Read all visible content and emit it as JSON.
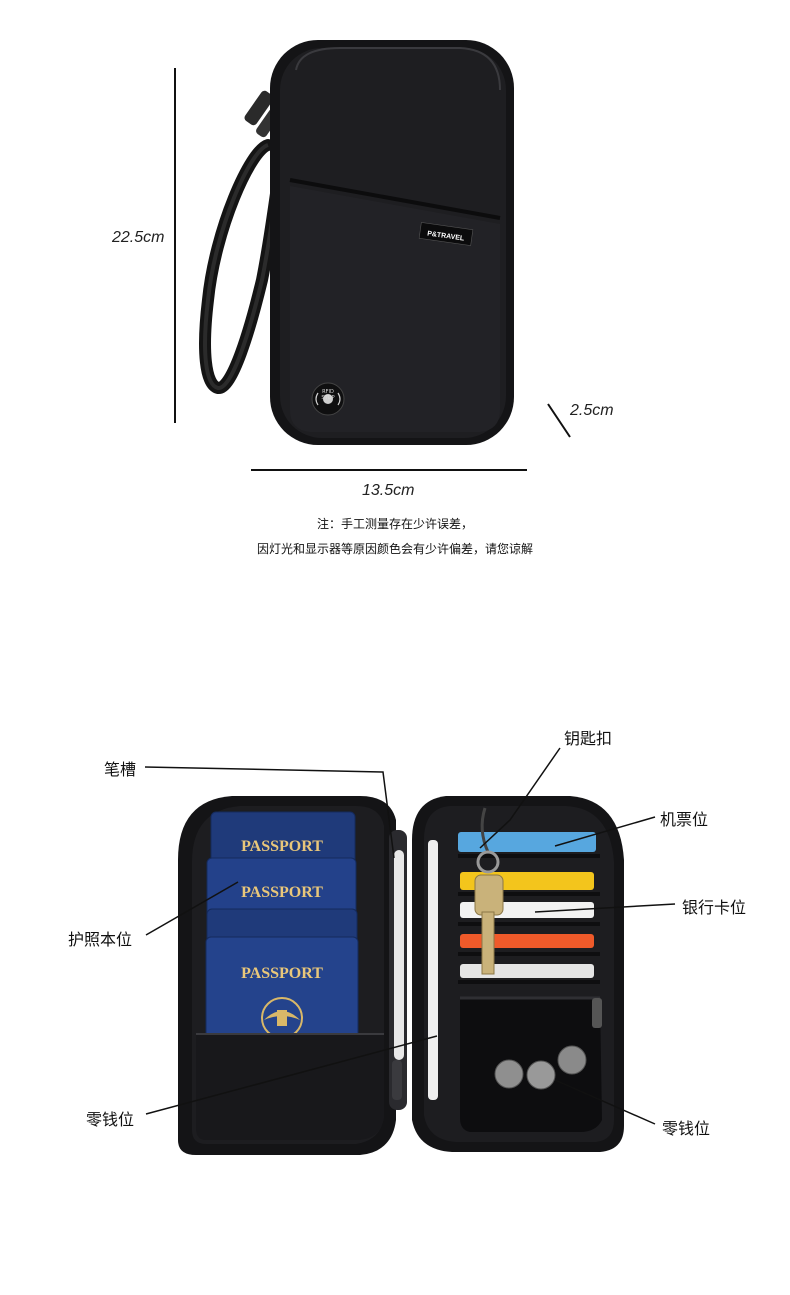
{
  "dimensions": {
    "height": "22.5cm",
    "depth": "2.5cm",
    "width": "13.5cm"
  },
  "note": {
    "line1": "注：手工测量存在少许误差，",
    "line2": "因灯光和显示器等原因颜色会有少许偏差，请您谅解"
  },
  "product": {
    "brand_tag": "P&TRAVEL",
    "rfid_badge": "RFID STOP",
    "passport_text": "PASSPORT"
  },
  "callouts": {
    "pen_slot": "笔槽",
    "key_ring": "钥匙扣",
    "ticket_slot": "机票位",
    "card_slot": "银行卡位",
    "passport_slot": "护照本位",
    "coin_left": "零钱位",
    "coin_right": "零钱位"
  },
  "colors": {
    "wallet_black": "#1c1c1e",
    "passport_blue": "#1f3a7a",
    "passport_gold": "#e9c77a",
    "card_blue": "#57a7df",
    "card_yellow": "#f3c51c",
    "card_orange": "#ef5a2a"
  }
}
